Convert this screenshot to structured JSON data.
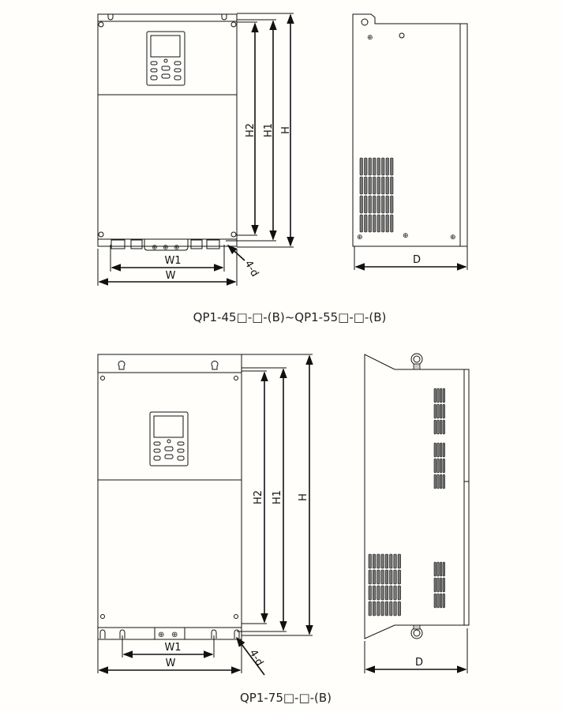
{
  "figure_top": {
    "caption": "QP1-45□-□-(B)~QP1-55□-□-(B)",
    "labels": {
      "H": "H",
      "H1": "H1",
      "H2": "H2",
      "W": "W",
      "W1": "W1",
      "D": "D",
      "holes": "4-d"
    }
  },
  "figure_bottom": {
    "caption": "QP1-75□-□-(B)",
    "labels": {
      "H": "H",
      "H1": "H1",
      "H2": "H2",
      "W": "W",
      "W1": "W1",
      "D": "D",
      "holes": "4-d"
    }
  },
  "colors": {
    "line": "#111111",
    "background": "#fffefa"
  }
}
